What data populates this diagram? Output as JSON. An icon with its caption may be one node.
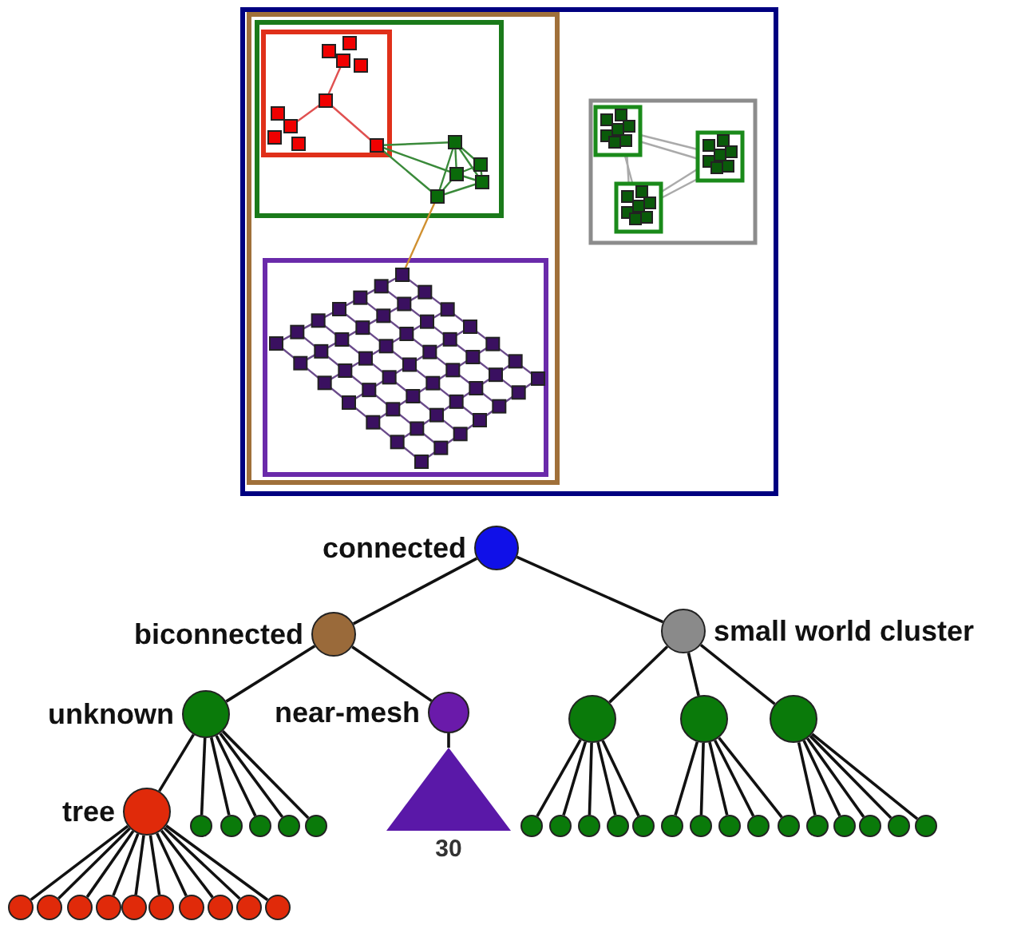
{
  "diagram": {
    "nodes": [
      {
        "text": [
          "connected"
        ]
      },
      {
        "text": [
          "biconnected"
        ]
      },
      {
        "text": [
          "small world cluster"
        ]
      },
      {
        "text": [
          "unknown"
        ]
      },
      {
        "text": [
          "near-mesh"
        ]
      },
      {
        "text": [],
        "shape": "circle"
      },
      {
        "text": [],
        "shape": "circle"
      },
      {
        "text": [],
        "shape": "circle"
      },
      {
        "text": [
          "tree"
        ]
      },
      {
        "text": [],
        "shape": "circle"
      },
      {
        "text": [],
        "shape": "circle"
      },
      {
        "text": [],
        "shape": "circle"
      },
      {
        "text": [],
        "shape": "circle"
      },
      {
        "text": [],
        "shape": "circle"
      },
      {
        "text": [],
        "shape": "triangle",
        "beside": [
          "30"
        ]
      },
      {
        "text": [],
        "shape": "circle"
      },
      {
        "text": [],
        "shape": "circle"
      },
      {
        "text": [],
        "shape": "circle"
      },
      {
        "text": [],
        "shape": "circle"
      },
      {
        "text": [],
        "shape": "circle"
      },
      {
        "text": [],
        "shape": "circle"
      },
      {
        "text": [],
        "shape": "circle"
      },
      {
        "text": [],
        "shape": "circle"
      },
      {
        "text": [],
        "shape": "circle"
      },
      {
        "text": [],
        "shape": "circle"
      },
      {
        "text": [],
        "shape": "circle"
      },
      {
        "text": [],
        "shape": "circle"
      },
      {
        "text": [],
        "shape": "circle"
      },
      {
        "text": [],
        "shape": "circle"
      },
      {
        "text": [],
        "shape": "circle"
      },
      {
        "text": [],
        "shape": "circle"
      },
      {
        "text": [],
        "shape": "circle"
      },
      {
        "text": [],
        "shape": "circle"
      },
      {
        "text": [],
        "shape": "circle"
      },
      {
        "text": [],
        "shape": "circle"
      },
      {
        "text": [],
        "shape": "circle"
      },
      {
        "text": [],
        "shape": "circle"
      },
      {
        "text": [],
        "shape": "circle"
      },
      {
        "text": [],
        "shape": "circle"
      },
      {
        "text": [],
        "shape": "circle"
      }
    ],
    "edges": [
      {
        "from": 0,
        "to": 1,
        "arrow": "none"
      },
      {
        "from": 0,
        "to": 2,
        "arrow": "none"
      },
      {
        "from": 1,
        "to": 3,
        "arrow": "none"
      },
      {
        "from": 1,
        "to": 4,
        "arrow": "none"
      },
      {
        "from": 2,
        "to": 5,
        "arrow": "none"
      },
      {
        "from": 2,
        "to": 6,
        "arrow": "none"
      },
      {
        "from": 2,
        "to": 7,
        "arrow": "none"
      },
      {
        "from": 3,
        "to": 8,
        "arrow": "none"
      },
      {
        "from": 3,
        "to": 9,
        "arrow": "none"
      },
      {
        "from": 3,
        "to": 10,
        "arrow": "none"
      },
      {
        "from": 3,
        "to": 11,
        "arrow": "none"
      },
      {
        "from": 3,
        "to": 12,
        "arrow": "none"
      },
      {
        "from": 3,
        "to": 13,
        "arrow": "none"
      },
      {
        "from": 4,
        "to": 14,
        "arrow": "none"
      },
      {
        "from": 5,
        "to": 15,
        "arrow": "none"
      },
      {
        "from": 5,
        "to": 16,
        "arrow": "none"
      },
      {
        "from": 5,
        "to": 17,
        "arrow": "none"
      },
      {
        "from": 5,
        "to": 18,
        "arrow": "none"
      },
      {
        "from": 5,
        "to": 19,
        "arrow": "none"
      },
      {
        "from": 6,
        "to": 20,
        "arrow": "none"
      },
      {
        "from": 6,
        "to": 21,
        "arrow": "none"
      },
      {
        "from": 6,
        "to": 22,
        "arrow": "none"
      },
      {
        "from": 6,
        "to": 23,
        "arrow": "none"
      },
      {
        "from": 6,
        "to": 24,
        "arrow": "none"
      },
      {
        "from": 7,
        "to": 25,
        "arrow": "none"
      },
      {
        "from": 7,
        "to": 26,
        "arrow": "none"
      },
      {
        "from": 7,
        "to": 27,
        "arrow": "none"
      },
      {
        "from": 7,
        "to": 28,
        "arrow": "none"
      },
      {
        "from": 7,
        "to": 29,
        "arrow": "none"
      },
      {
        "from": 8,
        "to": 30,
        "arrow": "none"
      },
      {
        "from": 8,
        "to": 31,
        "arrow": "none"
      },
      {
        "from": 8,
        "to": 32,
        "arrow": "none"
      },
      {
        "from": 8,
        "to": 33,
        "arrow": "none"
      },
      {
        "from": 8,
        "to": 34,
        "arrow": "none"
      },
      {
        "from": 8,
        "to": 35,
        "arrow": "none"
      },
      {
        "from": 8,
        "to": 36,
        "arrow": "none"
      },
      {
        "from": 8,
        "to": 37,
        "arrow": "none"
      },
      {
        "from": 8,
        "to": 38,
        "arrow": "none"
      },
      {
        "from": 8,
        "to": 39,
        "arrow": "none"
      }
    ]
  }
}
